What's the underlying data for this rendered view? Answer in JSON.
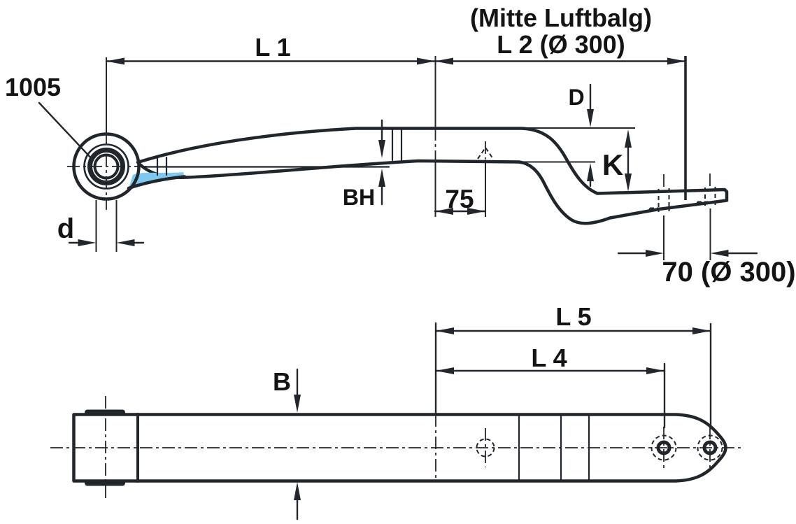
{
  "drawing": {
    "colors": {
      "background": "#ffffff",
      "part_fill": "#7fc8f0",
      "outline": "#20262b",
      "dimension": "#23272b",
      "text": "#141414"
    },
    "side_view": {
      "part_number": "1005",
      "dim_l1": "L 1",
      "dim_l2_note": "(Mitte Luftbalg)",
      "dim_l2": "L 2 (Ø 300)",
      "dim_offset": "75",
      "dim_blade_thickness": "D",
      "dim_k": "K",
      "dim_bh": "BH",
      "dim_eye_bore": "d",
      "dim_end_holes": "70 (Ø 300)"
    },
    "plan_view": {
      "dim_l5": "L 5",
      "dim_l4": "L 4",
      "dim_width": "B"
    }
  }
}
